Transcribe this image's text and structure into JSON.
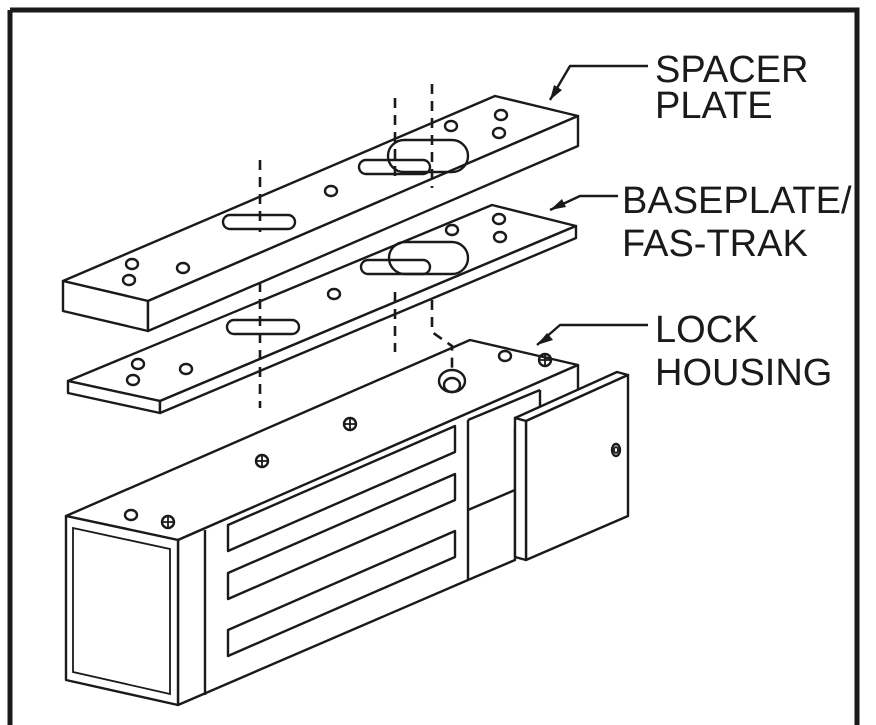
{
  "labels": {
    "spacer_plate": [
      "SPACER",
      "PLATE"
    ],
    "baseplate": [
      "BASEPLATE/",
      "FAS-TRAK"
    ],
    "lock_housing": [
      "LOCK",
      "HOUSING"
    ]
  },
  "colors": {
    "line": "#1a1a1a",
    "background": "#ffffff"
  }
}
